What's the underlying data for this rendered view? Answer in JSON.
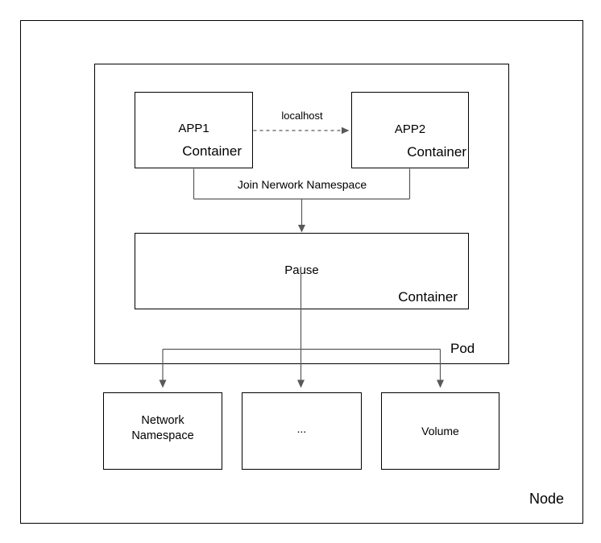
{
  "colors": {
    "background": "#ffffff",
    "box_border": "#000000",
    "connector": "#595959",
    "text": "#000000"
  },
  "node": {
    "label": "Node"
  },
  "pod": {
    "label": "Pod"
  },
  "containers": {
    "app1": {
      "title": "APP1",
      "type_label": "Container"
    },
    "app2": {
      "title": "APP2",
      "type_label": "Container"
    },
    "pause": {
      "title": "Pause",
      "type_label": "Container"
    }
  },
  "edges": {
    "localhost_label": "localhost",
    "join_label": "Join Nerwork Namespace"
  },
  "resources": {
    "network_namespace": {
      "label": "Network\nNamespace"
    },
    "others": {
      "label": "..."
    },
    "volume": {
      "label": "Volume"
    }
  }
}
